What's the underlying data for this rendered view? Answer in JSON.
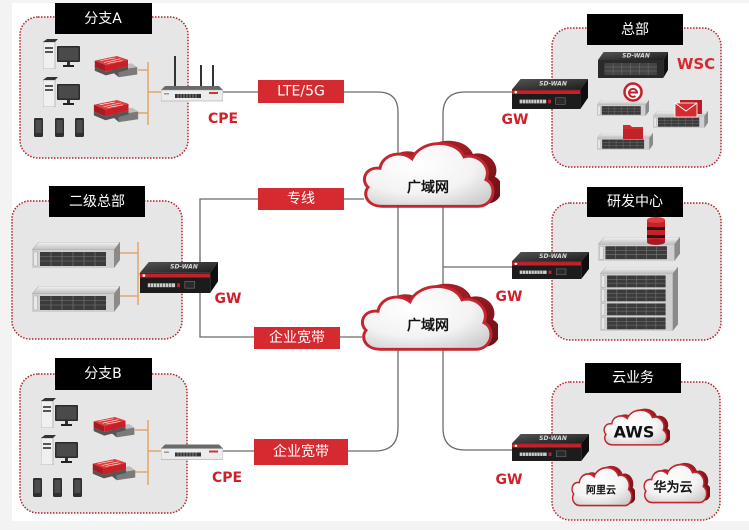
{
  "sites": {
    "branch_a": {
      "title": "分支A",
      "edge_device": "CPE"
    },
    "secondary_hq": {
      "title": "二级总部",
      "edge_device": "GW"
    },
    "branch_b": {
      "title": "分支B",
      "edge_device": "CPE"
    },
    "hq": {
      "title": "总部",
      "edge_device": "GW",
      "controller": "WSC"
    },
    "rnd": {
      "title": "研发中心",
      "edge_device": "GW"
    },
    "cloud": {
      "title": "云业务",
      "edge_device": "GW",
      "providers": [
        "AWS",
        "阿里云",
        "华为云"
      ]
    }
  },
  "links": {
    "lte": "LTE/5G",
    "leased_line": "专线",
    "broadband_1": "企业宽带",
    "broadband_2": "企业宽带"
  },
  "wan": [
    "广域网",
    "广域网"
  ],
  "device_brand": "SD-WAN",
  "colors": {
    "accent_red": "#d52b30",
    "title_bg": "#000000",
    "frame_bg": "#e6e6e6",
    "frame_border": "#b5202a",
    "wire": "#6b6b6b",
    "lan_wire": "#e3a36b"
  }
}
